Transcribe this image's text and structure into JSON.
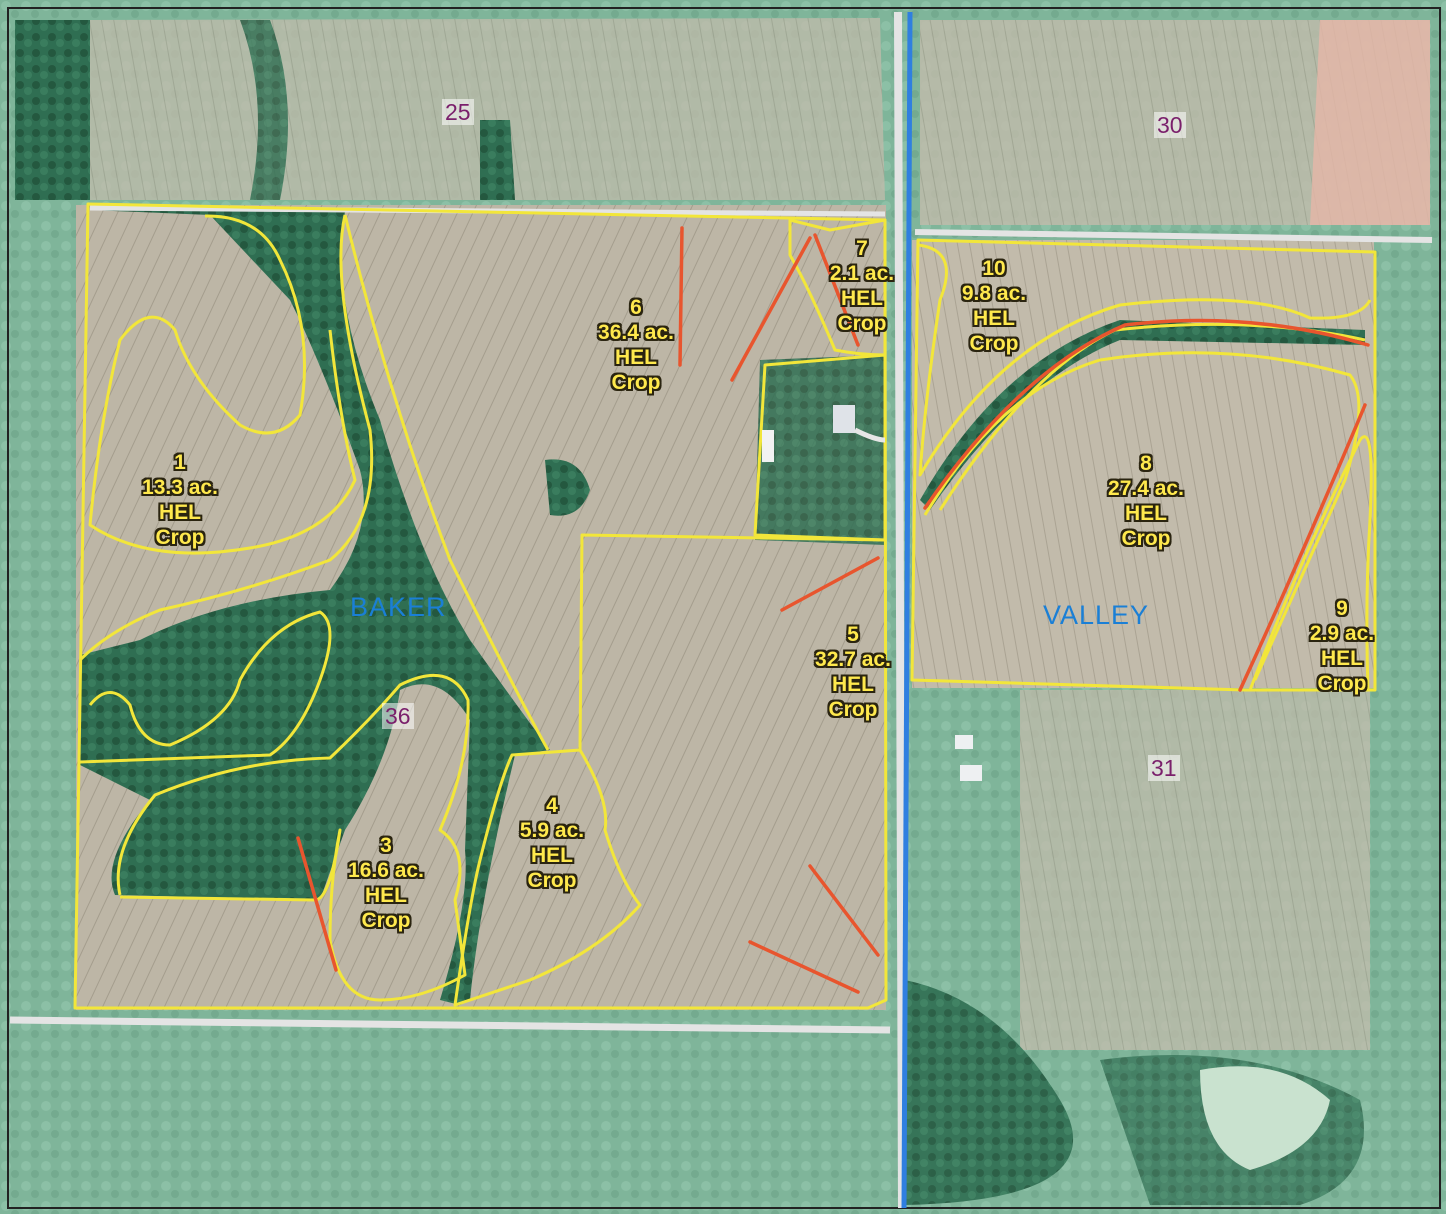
{
  "sections": [
    {
      "id": "sec25",
      "label": "25"
    },
    {
      "id": "sec30",
      "label": "30"
    },
    {
      "id": "sec36",
      "label": "36"
    },
    {
      "id": "sec31",
      "label": "31"
    }
  ],
  "townships": [
    {
      "id": "baker",
      "label": "BAKER"
    },
    {
      "id": "valley",
      "label": "VALLEY"
    }
  ],
  "fields": [
    {
      "id": "f1",
      "number": "1",
      "acres": "13.3 ac.",
      "hel": "HEL",
      "use": "Crop"
    },
    {
      "id": "f3",
      "number": "3",
      "acres": "16.6 ac.",
      "hel": "HEL",
      "use": "Crop"
    },
    {
      "id": "f4",
      "number": "4",
      "acres": "5.9 ac.",
      "hel": "HEL",
      "use": "Crop"
    },
    {
      "id": "f5",
      "number": "5",
      "acres": "32.7 ac.",
      "hel": "HEL",
      "use": "Crop"
    },
    {
      "id": "f6",
      "number": "6",
      "acres": "36.4 ac.",
      "hel": "HEL",
      "use": "Crop"
    },
    {
      "id": "f7",
      "number": "7",
      "acres": "2.1 ac.",
      "hel": "HEL",
      "use": "Crop"
    },
    {
      "id": "f8",
      "number": "8",
      "acres": "27.4 ac.",
      "hel": "HEL",
      "use": "Crop"
    },
    {
      "id": "f9",
      "number": "9",
      "acres": "2.9 ac.",
      "hel": "HEL",
      "use": "Crop"
    },
    {
      "id": "f10",
      "number": "10",
      "acres": "9.8 ac.",
      "hel": "HEL",
      "use": "Crop"
    }
  ],
  "colors": {
    "field_boundary": "#f2e63a",
    "terrace_line": "#e8552e",
    "road_line": "#2f7fe0",
    "label_text": "#ffe94d",
    "section_text": "#7a1f6b",
    "township_text": "#1a7fd6"
  }
}
